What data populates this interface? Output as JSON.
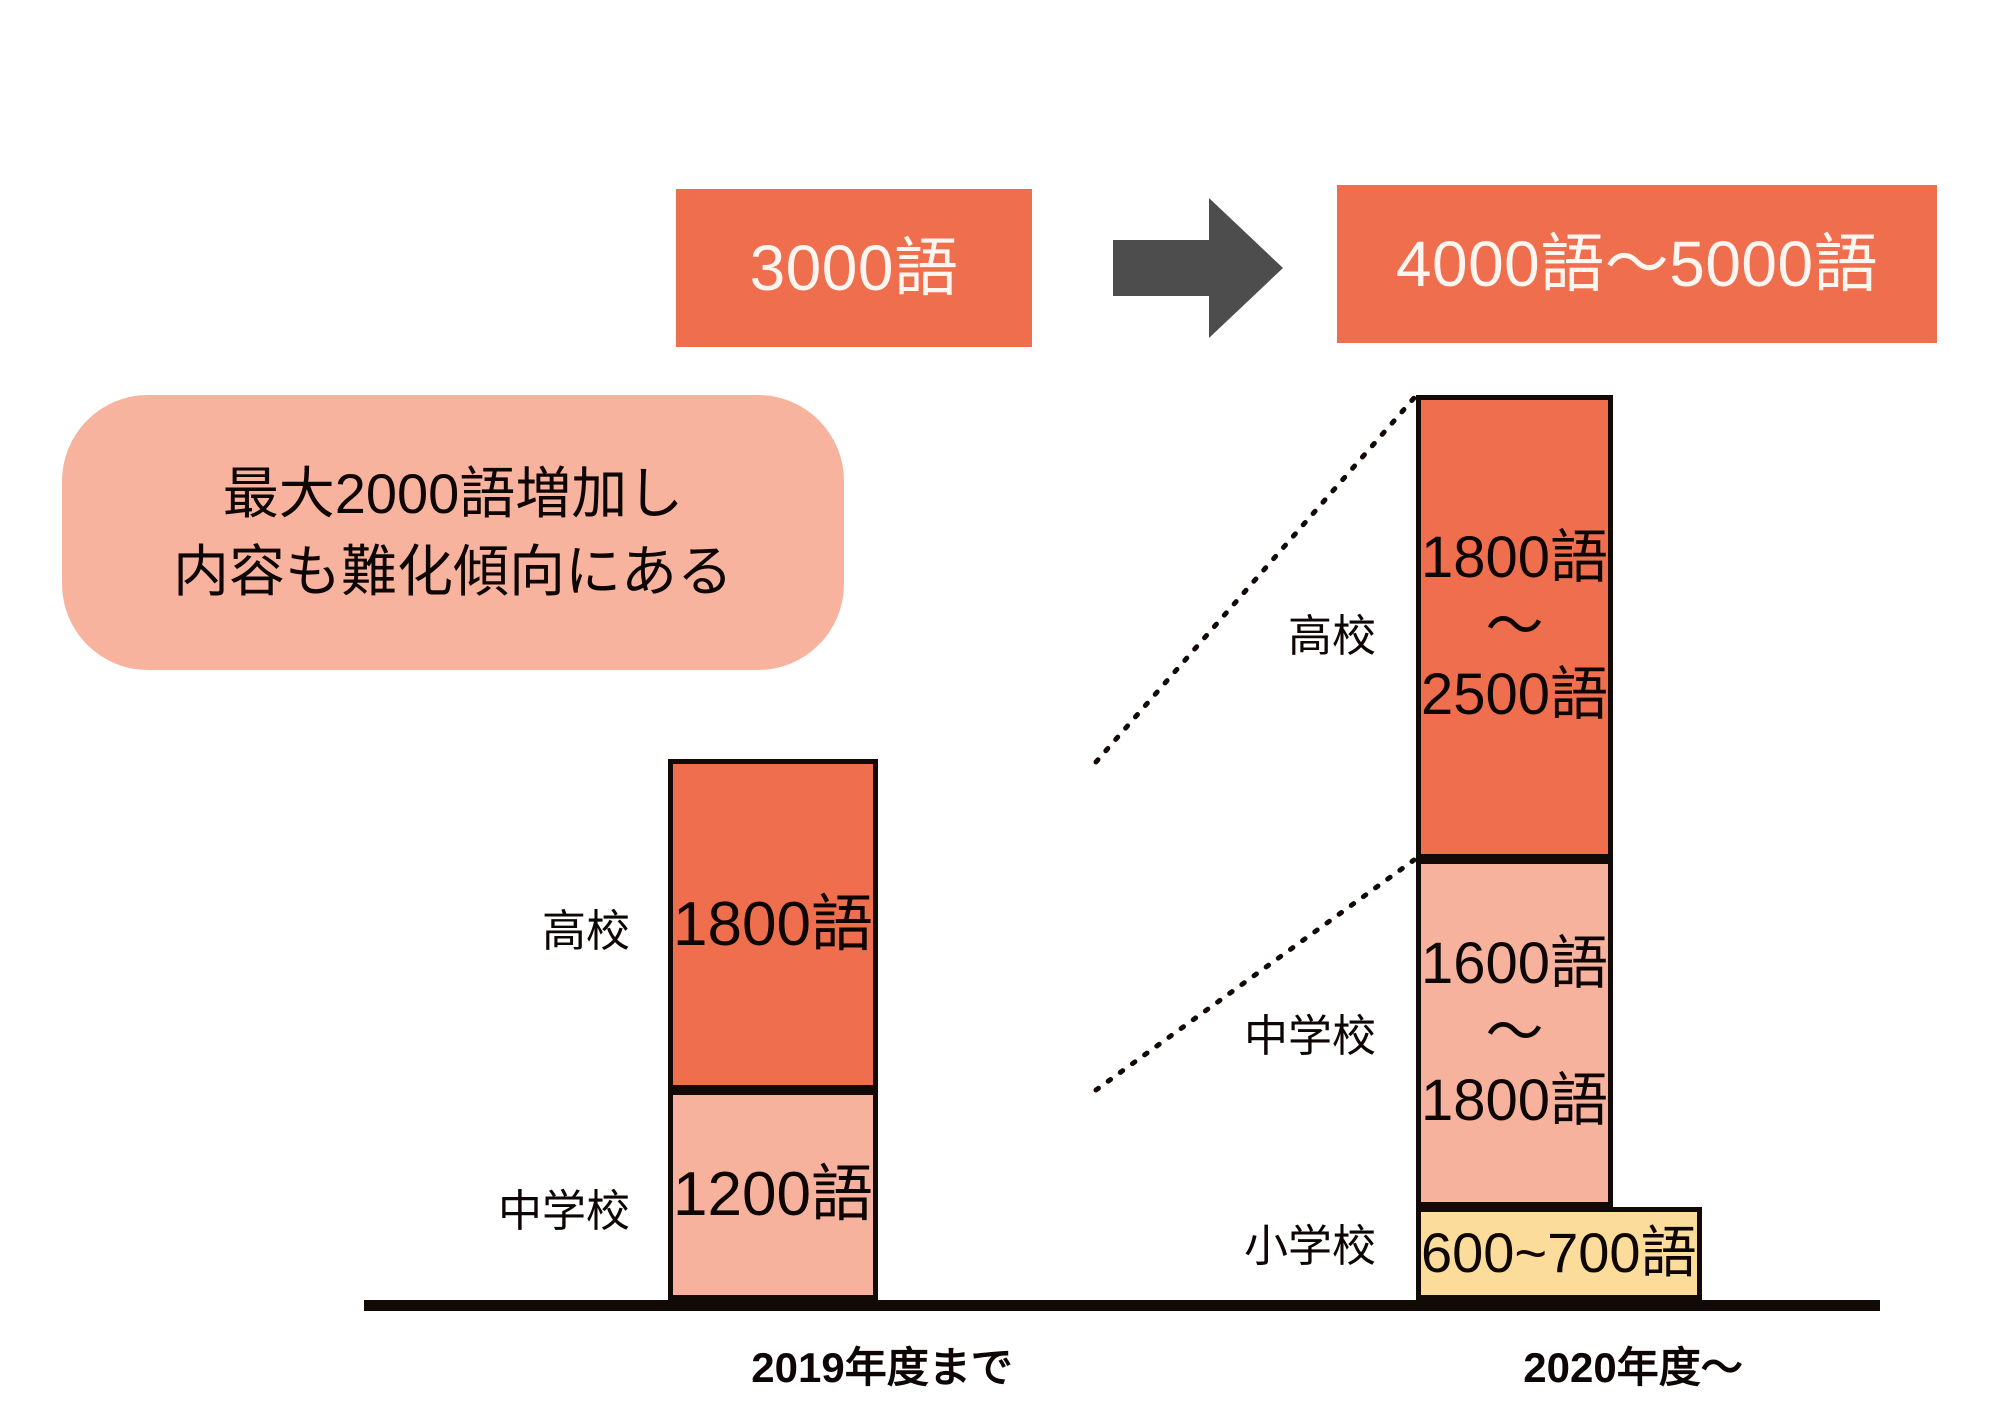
{
  "header": {
    "before_label": "3000語",
    "arrow_icon": "arrow-right-icon",
    "after_label": "4000語〜5000語"
  },
  "callout": {
    "line1": "最大2000語増加し",
    "line2": "内容も難化傾向にある"
  },
  "colors": {
    "accent_orange": "#ef6e4e",
    "light_pink": "#f7b29d",
    "bubble_pink": "#f7b39e",
    "amber": "#fcdc9b",
    "arrow_gray": "#4d4d4d",
    "outline": "#120a07"
  },
  "chart_data": {
    "type": "bar",
    "title": "",
    "xlabel": "",
    "ylabel": "",
    "categories": [
      "2019年度まで",
      "2020年度〜"
    ],
    "series": [
      {
        "name": "高校",
        "values": [
          1800,
          2150
        ],
        "labels": [
          "1800語",
          "1800語〜2500語"
        ]
      },
      {
        "name": "中学校",
        "values": [
          1200,
          1700
        ],
        "labels": [
          "1200語",
          "1600語〜1800語"
        ]
      },
      {
        "name": "小学校",
        "values": [
          0,
          650
        ],
        "labels": [
          "",
          "600~700語"
        ]
      }
    ],
    "totals": [
      "3000語",
      "4000語〜5000語"
    ],
    "grid": false,
    "legend": "none"
  },
  "bars": {
    "y2019": {
      "caption": "2019年度まで",
      "segments": [
        {
          "row_label": "高校",
          "value_text": "1800語"
        },
        {
          "row_label": "中学校",
          "value_text": "1200語"
        }
      ]
    },
    "y2020": {
      "caption": "2020年度〜",
      "segments": [
        {
          "row_label": "高校",
          "line1": "1800語",
          "tilde": "〜",
          "line3": "2500語"
        },
        {
          "row_label": "中学校",
          "line1": "1600語",
          "tilde": "〜",
          "line3": "1800語"
        },
        {
          "row_label": "小学校",
          "value_text": "600~700語"
        }
      ]
    }
  }
}
